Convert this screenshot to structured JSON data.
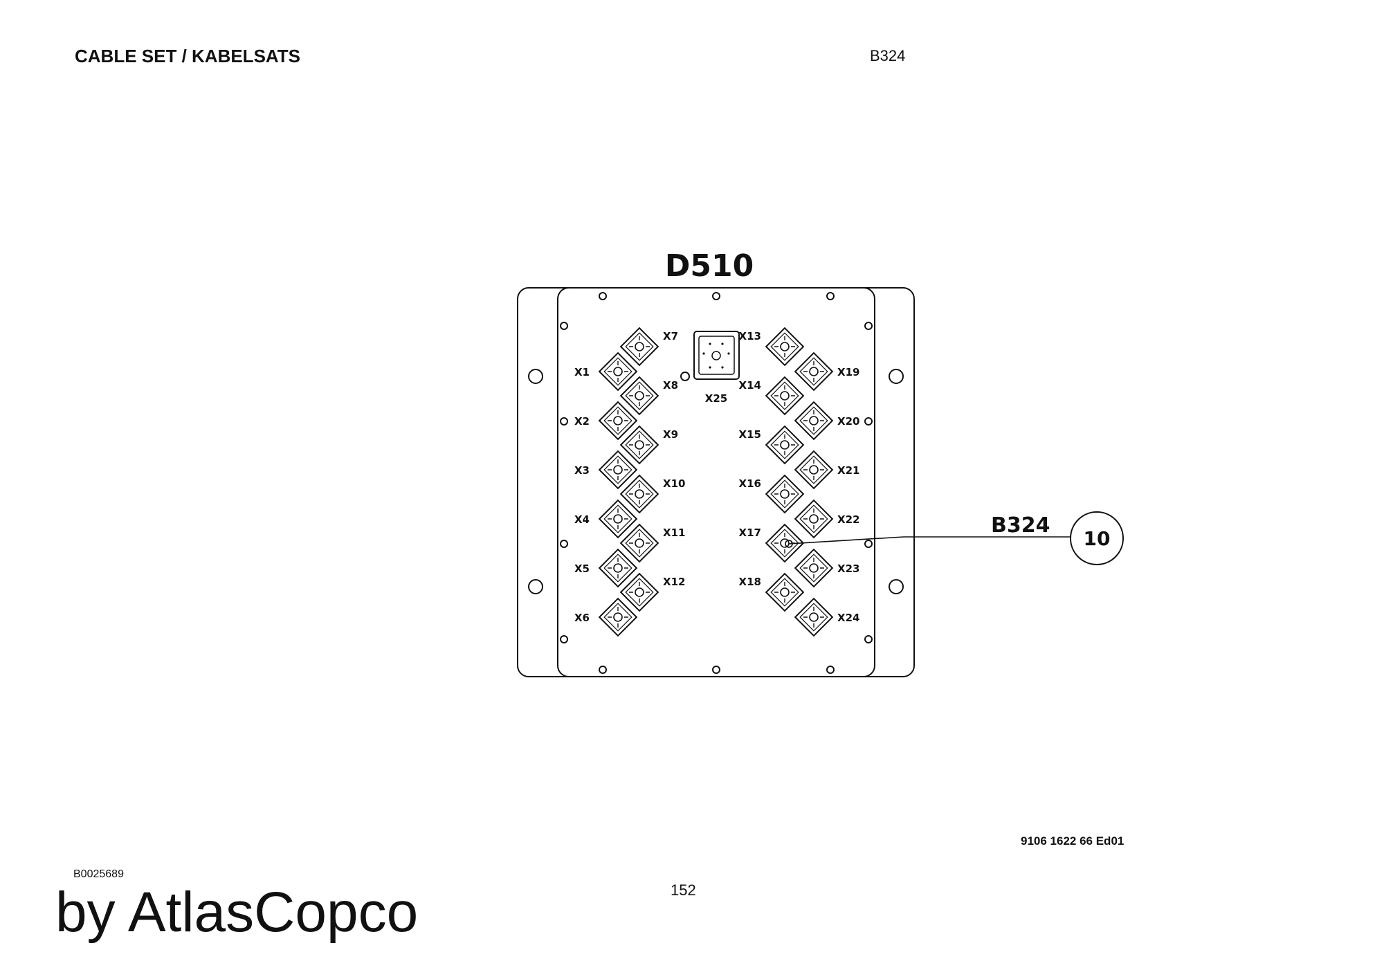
{
  "header": {
    "title": "CABLE SET / KABELSATS",
    "code": "B324"
  },
  "diagram": {
    "unit_label": "D510",
    "callout_label": "B324",
    "callout_number": "10",
    "connectors": {
      "left_outer": [
        "X1",
        "X2",
        "X3",
        "X4",
        "X5",
        "X6"
      ],
      "left_inner": [
        "X7",
        "X8",
        "X9",
        "X10",
        "X11",
        "X12"
      ],
      "right_inner": [
        "X13",
        "X14",
        "X15",
        "X16",
        "X17",
        "X18"
      ],
      "right_outer": [
        "X19",
        "X20",
        "X21",
        "X22",
        "X23",
        "X24"
      ],
      "center": "X25"
    }
  },
  "footer": {
    "doc_number": "9106 1622 66 Ed01",
    "drawing_id": "B0025689",
    "page_number": "152",
    "brand": "by AtlasCopco"
  }
}
